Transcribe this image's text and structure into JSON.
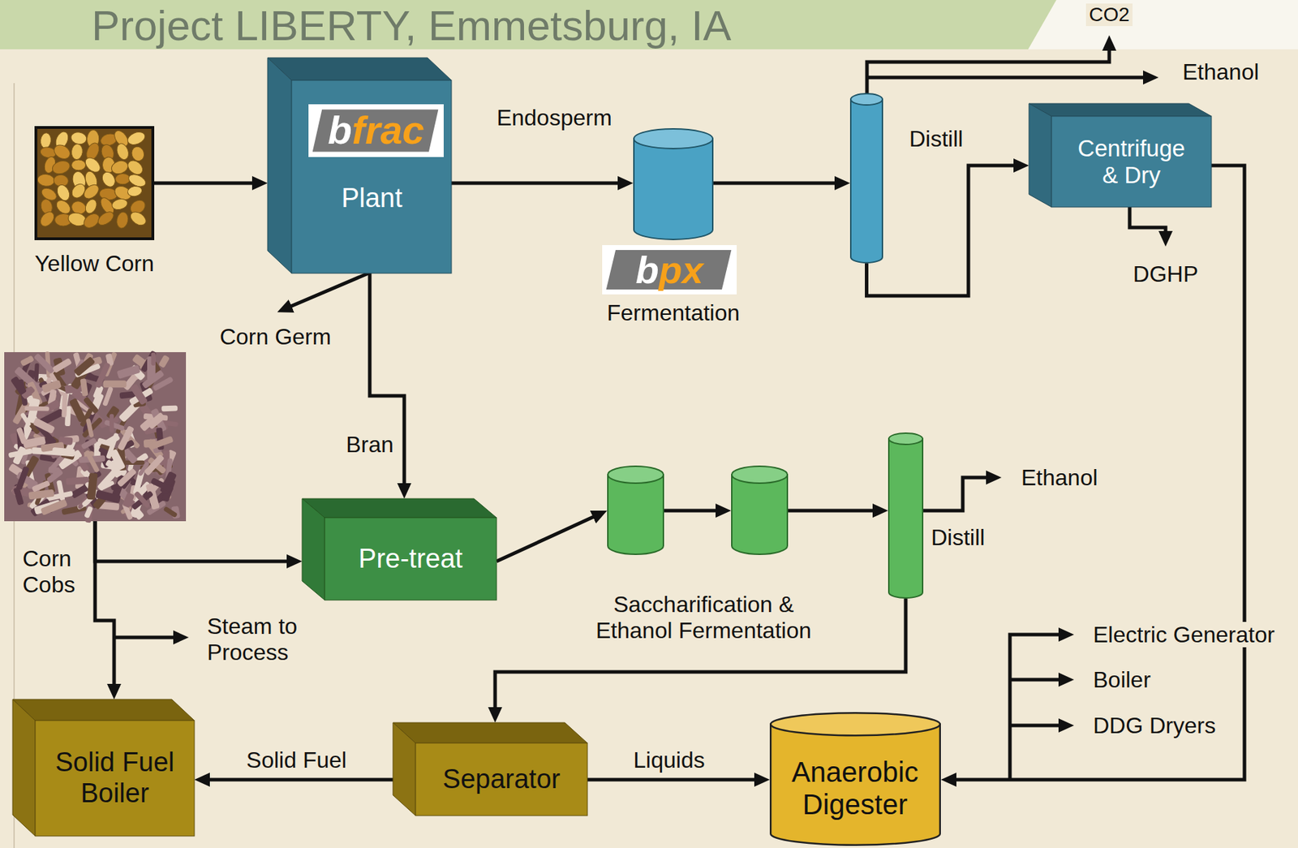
{
  "diagram": {
    "title": "Project LIBERTY, Emmetsburg, IA",
    "nodes": [
      {
        "text": [
          "Yellow Corn"
        ]
      },
      {
        "text": [
          "bfrac",
          "Plant"
        ]
      },
      {
        "text": [
          "bpx",
          "Fermentation"
        ]
      },
      {
        "text": [
          "Distill"
        ]
      },
      {
        "text": [
          "Centrifuge & Dry"
        ]
      },
      {
        "text": [
          "Corn Cobs"
        ]
      },
      {
        "text": [
          "Pre-treat"
        ]
      },
      {
        "text": [
          "Saccharification & Ethanol Fermentation"
        ]
      },
      {
        "text": [
          "Distill"
        ]
      },
      {
        "text": [
          "Solid Fuel Boiler"
        ]
      },
      {
        "text": [
          "Separator"
        ]
      },
      {
        "text": [
          "Anaerobic Digester"
        ]
      }
    ],
    "edges": [
      {
        "from": 0,
        "to": 1,
        "arrow": "to"
      },
      {
        "from": 1,
        "to": 2,
        "label": "Endosperm",
        "arrow": "to"
      },
      {
        "from": 2,
        "to": 3,
        "arrow": "to"
      },
      {
        "from": 3,
        "to": 4,
        "arrow": "to"
      },
      {
        "from": 4,
        "to": 11,
        "arrow": "to"
      },
      {
        "from": 1,
        "to": 6,
        "label": "Bran",
        "arrow": "to"
      },
      {
        "from": 5,
        "to": 6,
        "arrow": "to"
      },
      {
        "from": 5,
        "to": 9,
        "arrow": "to"
      },
      {
        "from": 6,
        "to": 7,
        "arrow": "to"
      },
      {
        "from": 7,
        "to": 8,
        "arrow": "to"
      },
      {
        "from": 8,
        "to": 10,
        "arrow": "to"
      },
      {
        "from": 10,
        "to": 9,
        "label": "Solid Fuel",
        "arrow": "to"
      },
      {
        "from": 10,
        "to": 11,
        "label": "Liquids",
        "arrow": "to"
      }
    ],
    "labels": [
      "CO2",
      "Ethanol",
      "DGHP",
      "Corn Germ",
      "Ethanol",
      "Steam to Process",
      "Electric Generator",
      "Boiler",
      "DDG Dryers"
    ]
  }
}
